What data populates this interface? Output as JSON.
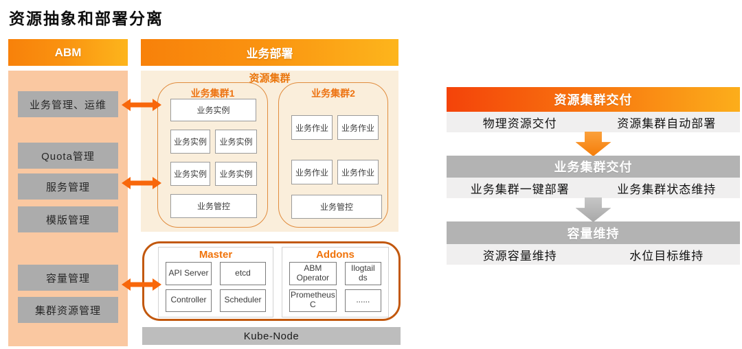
{
  "title": "资源抽象和部署分离",
  "abm": {
    "header": "ABM",
    "items": [
      "业务管理、运维",
      "Quota管理",
      "服务管理",
      "模版管理",
      "容量管理",
      "集群资源管理"
    ]
  },
  "deployment": {
    "header": "业务部署",
    "resource_cluster": {
      "label": "资源集群",
      "cluster1": {
        "title": "业务集群1",
        "top_box": "业务实例",
        "grid": [
          "业务实例",
          "业务实例",
          "业务实例",
          "业务实例"
        ],
        "control": "业务管控"
      },
      "cluster2": {
        "title": "业务集群2",
        "grid": [
          "业务作业",
          "业务作业",
          "业务作业",
          "业务作业"
        ],
        "control": "业务管控"
      }
    },
    "master": {
      "title": "Master",
      "items": [
        "API Server",
        "etcd",
        "Controller",
        "Scheduler"
      ]
    },
    "addons": {
      "title": "Addons",
      "items": [
        "ABM Operator",
        "Ilogtail ds",
        "Prometheus C",
        "......"
      ]
    },
    "kube_node": "Kube-Node"
  },
  "flow": {
    "steps": [
      {
        "header": "资源集群交付",
        "items": [
          "物理资源交付",
          "资源集群自动部署"
        ]
      },
      {
        "header": "业务集群交付",
        "items": [
          "业务集群一键部署",
          "业务集群状态维持"
        ]
      },
      {
        "header": "容量维持",
        "items": [
          "资源容量维持",
          "水位目标维持"
        ]
      }
    ]
  },
  "colors": {
    "accent_orange": "#F97908",
    "deep_orange": "#F4430A",
    "arrow_orange": "#F8670B",
    "peach": "#FAC8A1",
    "cream": "#FAEEDB",
    "gray_box": "#ACACAC",
    "gray_header": "#B3B3B3"
  }
}
